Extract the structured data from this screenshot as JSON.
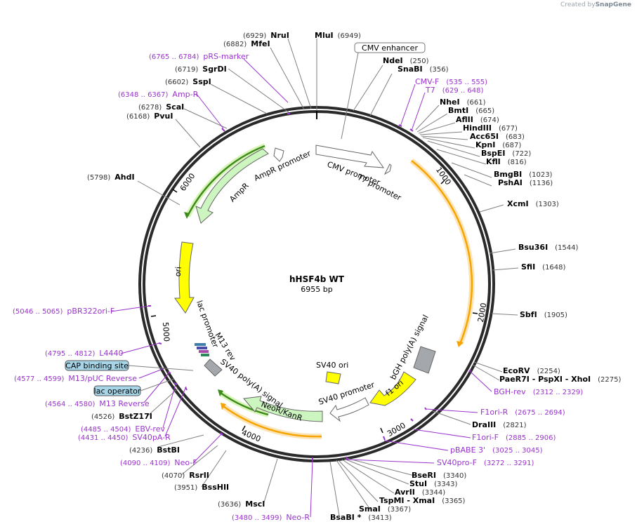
{
  "credit": {
    "prefix": "Created by",
    "brand": "SnapGene"
  },
  "plasmid": {
    "name": "hHSF4b WT",
    "size_label": "6955 bp",
    "length": 6955
  },
  "ticks": [
    "1000",
    "2000",
    "3000",
    "4000",
    "5000",
    "6000"
  ],
  "features": [
    {
      "name": "CMV enhancer",
      "label": "CMV enhancer",
      "boxed": true,
      "box_color": "#ffffff"
    },
    {
      "name": "CMV promoter",
      "label": "CMV promoter"
    },
    {
      "name": "T7 promoter",
      "label": "T7 promoter"
    },
    {
      "name": "bGH poly(A) signal",
      "label": "bGH poly(A) signal"
    },
    {
      "name": "f1 ori",
      "label": "f1 ori"
    },
    {
      "name": "SV40 promoter",
      "label": "SV40 promoter"
    },
    {
      "name": "SV40 ori",
      "label": "SV40 ori"
    },
    {
      "name": "NeoR/KanR",
      "label": "NeoR/KanR"
    },
    {
      "name": "SV40 poly(A) signal",
      "label": "SV40 poly(A) signal"
    },
    {
      "name": "M13 rev",
      "label": "M13 rev"
    },
    {
      "name": "lac promoter",
      "label": "lac promoter"
    },
    {
      "name": "ori",
      "label": "ori"
    },
    {
      "name": "AmpR",
      "label": "AmpR"
    },
    {
      "name": "AmpR promoter",
      "label": "AmpR promoter"
    },
    {
      "name": "CAP binding site",
      "label": "CAP binding site",
      "boxed": true,
      "box_color": "#a6d5e8"
    },
    {
      "name": "lac operator",
      "label": "lac operator",
      "boxed": true,
      "box_color": "#a6d5e8"
    }
  ],
  "enzymes": [
    {
      "name": "MluI",
      "pos": "(6949)"
    },
    {
      "name": "NruI",
      "pos": "(6929)"
    },
    {
      "name": "MfeI",
      "pos": "(6882)"
    },
    {
      "name": "SgrDI",
      "pos": "(6719)"
    },
    {
      "name": "SspI",
      "pos": "(6602)"
    },
    {
      "name": "ScaI",
      "pos": "(6278)"
    },
    {
      "name": "PvuI",
      "pos": "(6168)"
    },
    {
      "name": "AhdI",
      "pos": "(5798)"
    },
    {
      "name": "NdeI",
      "pos": "(250)"
    },
    {
      "name": "SnaBI",
      "pos": "(356)"
    },
    {
      "name": "NheI",
      "pos": "(661)"
    },
    {
      "name": "BmtI",
      "pos": "(665)"
    },
    {
      "name": "AflII",
      "pos": "(674)"
    },
    {
      "name": "HindIII",
      "pos": "(677)"
    },
    {
      "name": "Acc65I",
      "pos": "(683)"
    },
    {
      "name": "KpnI",
      "pos": "(687)"
    },
    {
      "name": "BspEI",
      "pos": "(722)"
    },
    {
      "name": "KflI",
      "pos": "(816)"
    },
    {
      "name": "BmgBI",
      "pos": "(1023)"
    },
    {
      "name": "PshAI",
      "pos": "(1136)"
    },
    {
      "name": "XcmI",
      "pos": "(1303)"
    },
    {
      "name": "Bsu36I",
      "pos": "(1544)"
    },
    {
      "name": "SfiI",
      "pos": "(1648)"
    },
    {
      "name": "SbfI",
      "pos": "(1905)"
    },
    {
      "name": "EcoRV",
      "pos": "(2254)"
    },
    {
      "name": "PaeR7I - PspXI - XhoI",
      "pos": "(2275)"
    },
    {
      "name": "DraIII",
      "pos": "(2821)"
    },
    {
      "name": "BseRI",
      "pos": "(3340)"
    },
    {
      "name": "StuI",
      "pos": "(3343)"
    },
    {
      "name": "AvrII",
      "pos": "(3344)"
    },
    {
      "name": "TspMI - XmaI",
      "pos": "(3365)"
    },
    {
      "name": "SmaI",
      "pos": "(3367)"
    },
    {
      "name": "BsaBI *",
      "pos": "(3413)"
    },
    {
      "name": "MscI",
      "pos": "(3636)"
    },
    {
      "name": "BssHII",
      "pos": "(3951)"
    },
    {
      "name": "RsrII",
      "pos": "(4070)"
    },
    {
      "name": "BstBI",
      "pos": "(4236)"
    },
    {
      "name": "BstZ17I",
      "pos": "(4526)"
    }
  ],
  "primers": [
    {
      "name": "pRS-marker",
      "range": "(6765 .. 6784)"
    },
    {
      "name": "Amp-R",
      "range": "(6348 .. 6367)"
    },
    {
      "name": "CMV-F",
      "range": "(535 .. 555)"
    },
    {
      "name": "T7",
      "range": "(629 .. 648)"
    },
    {
      "name": "BGH-rev",
      "range": "(2312 .. 2329)"
    },
    {
      "name": "F1ori-R",
      "range": "(2675 .. 2694)"
    },
    {
      "name": "F1ori-F",
      "range": "(2885 .. 2906)"
    },
    {
      "name": "pBABE 3'",
      "range": "(3025 .. 3045)"
    },
    {
      "name": "SV40pro-F",
      "range": "(3272 .. 3291)"
    },
    {
      "name": "Neo-R",
      "range": "(3480 .. 3499)"
    },
    {
      "name": "Neo-F",
      "range": "(4090 .. 4109)"
    },
    {
      "name": "SV40pA-R",
      "range": "(4431 .. 4450)"
    },
    {
      "name": "EBV-rev",
      "range": "(4485 .. 4504)"
    },
    {
      "name": "M13 Reverse",
      "range": "(4564 .. 4580)"
    },
    {
      "name": "M13/pUC Reverse",
      "range": "(4577 .. 4599)"
    },
    {
      "name": "L4440",
      "range": "(4795 .. 4812)"
    },
    {
      "name": "pBR322ori-F",
      "range": "(5046 .. 5065)"
    }
  ],
  "colors": {
    "backbone": "#2a2a2a",
    "primer": "#9933cc",
    "enzyme_name": "#000000",
    "position": "#333333",
    "promoter": "#ffffff",
    "ori": "#ffff00",
    "resistance": "#ccf5c0",
    "polyA": "#a4a8ad",
    "insert": "#f5a400",
    "insert_glow": "#fde4b7",
    "feature_line": "#808080"
  }
}
